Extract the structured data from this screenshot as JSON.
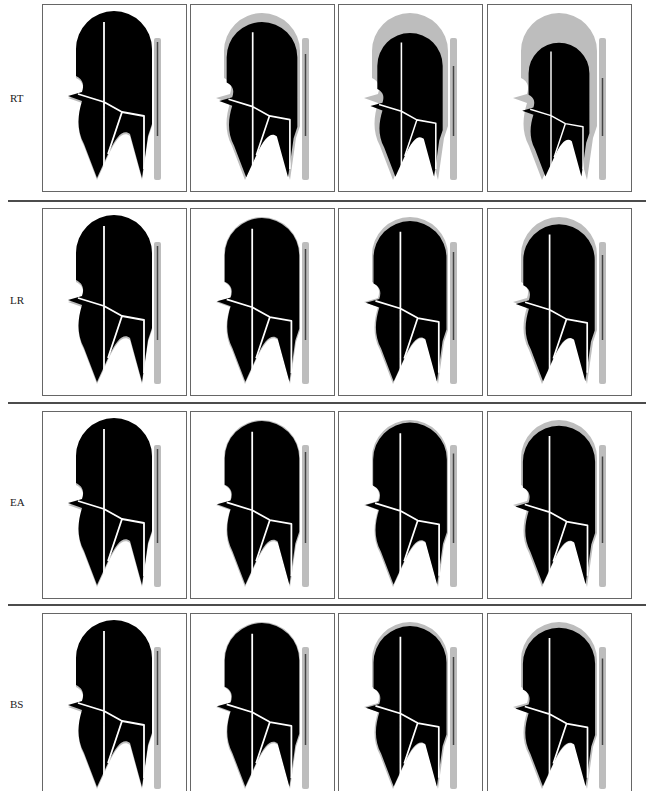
{
  "diagram": {
    "labels": [
      "RT",
      "LR",
      "EA",
      "BS"
    ]
  }
}
